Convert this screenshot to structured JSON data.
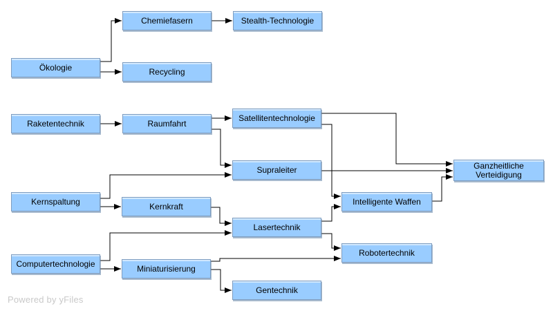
{
  "diagram": {
    "type": "technology-dependency-graph",
    "background": "#ffffff"
  },
  "colors": {
    "node_fill": "#99ccff",
    "node_fill_highlight": "#d2e9ff",
    "node_border": "#7e9cbf",
    "node_shadow": "#5f82a5",
    "edge_stroke": "#000000",
    "label_text": "#000000",
    "watermark_text": "#c9c9c9"
  },
  "nodes": [
    {
      "id": "oekologie",
      "label": "Ökologie"
    },
    {
      "id": "chemiefasern",
      "label": "Chemiefasern"
    },
    {
      "id": "stealth-technologie",
      "label": "Stealth-Technologie"
    },
    {
      "id": "recycling",
      "label": "Recycling"
    },
    {
      "id": "raketentechnik",
      "label": "Raketentechnik"
    },
    {
      "id": "raumfahrt",
      "label": "Raumfahrt"
    },
    {
      "id": "satellitentechnologie",
      "label": "Satellitentechnologie"
    },
    {
      "id": "supraleiter",
      "label": "Supraleiter"
    },
    {
      "id": "kernspaltung",
      "label": "Kernspaltung"
    },
    {
      "id": "kernkraft",
      "label": "Kernkraft"
    },
    {
      "id": "lasertechnik",
      "label": "Lasertechnik"
    },
    {
      "id": "computertechnologie",
      "label": "Computertechnologie"
    },
    {
      "id": "miniaturisierung",
      "label": "Miniaturisierung"
    },
    {
      "id": "gentechnik",
      "label": "Gentechnik"
    },
    {
      "id": "intelligente-waffen",
      "label": "Intelligente Waffen"
    },
    {
      "id": "robotertechnik",
      "label": "Robotertechnik"
    },
    {
      "id": "ganzheitliche-verteidigung",
      "label": "Ganzheitliche Verteidigung"
    }
  ],
  "edges": [
    {
      "from": "Ökologie",
      "to": "Chemiefasern"
    },
    {
      "from": "Ökologie",
      "to": "Recycling"
    },
    {
      "from": "Chemiefasern",
      "to": "Stealth-Technologie"
    },
    {
      "from": "Raketentechnik",
      "to": "Raumfahrt"
    },
    {
      "from": "Raumfahrt",
      "to": "Satellitentechnologie"
    },
    {
      "from": "Raumfahrt",
      "to": "Supraleiter"
    },
    {
      "from": "Kernspaltung",
      "to": "Supraleiter"
    },
    {
      "from": "Kernspaltung",
      "to": "Kernkraft"
    },
    {
      "from": "Kernkraft",
      "to": "Lasertechnik"
    },
    {
      "from": "Computertechnologie",
      "to": "Lasertechnik"
    },
    {
      "from": "Computertechnologie",
      "to": "Miniaturisierung"
    },
    {
      "from": "Miniaturisierung",
      "to": "Robotertechnik"
    },
    {
      "from": "Miniaturisierung",
      "to": "Gentechnik"
    },
    {
      "from": "Satellitentechnologie",
      "to": "Ganzheitliche Verteidigung"
    },
    {
      "from": "Satellitentechnologie",
      "to": "Intelligente Waffen"
    },
    {
      "from": "Supraleiter",
      "to": "Ganzheitliche Verteidigung"
    },
    {
      "from": "Lasertechnik",
      "to": "Intelligente Waffen"
    },
    {
      "from": "Lasertechnik",
      "to": "Robotertechnik"
    },
    {
      "from": "Intelligente Waffen",
      "to": "Ganzheitliche Verteidigung"
    }
  ],
  "watermark": {
    "text": "Powered by yFiles"
  }
}
